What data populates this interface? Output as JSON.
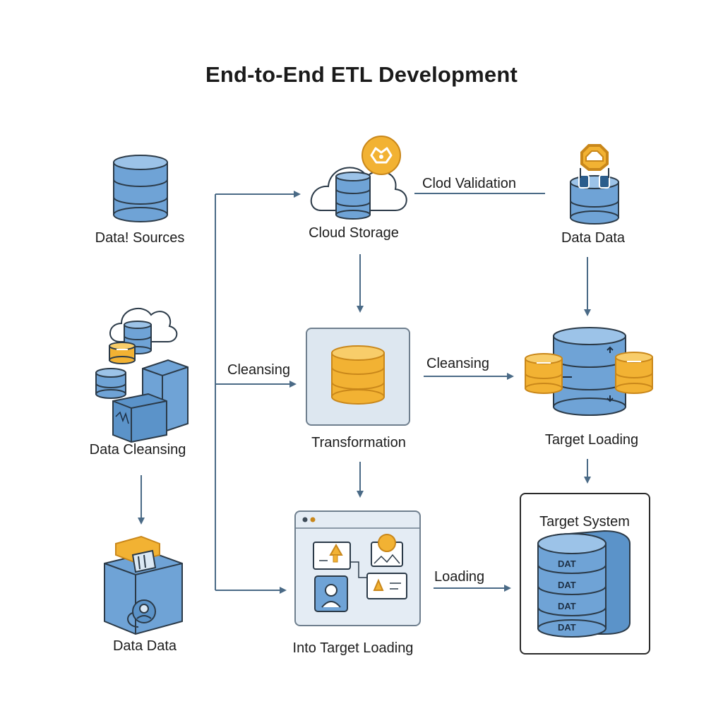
{
  "title": "End-to-End ETL Development",
  "nodes": {
    "data_sources": "Data! Sources",
    "cloud_storage": "Cloud Storage",
    "data_data_top": "Data Data",
    "data_cleansing": "Data Cleansing",
    "transformation": "Transformation",
    "target_loading": "Target Loading",
    "data_data_bottom": "Data Data",
    "into_target_loading": "Into Target Loading",
    "target_system": "Target System"
  },
  "edges": {
    "cloud_validation": "Clod Validation",
    "cleansing_left": "Cleansing",
    "cleansing_right": "Cleansing",
    "loading": "Loading"
  },
  "target_system_layers": [
    "DAT",
    "DAT",
    "DAT",
    "DAT"
  ],
  "colors": {
    "db_blue": "#6fa3d6",
    "db_blue_dark": "#3d6d9c",
    "db_gold": "#f2b233",
    "db_gold_dark": "#c9871a",
    "arrow": "#4a6a86",
    "outline": "#2b3a48"
  }
}
